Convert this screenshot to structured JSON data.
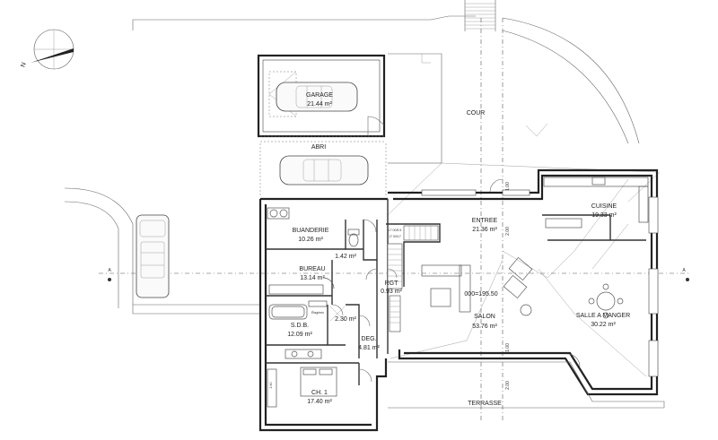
{
  "plan": {
    "compass_label": "N",
    "stair_top_label": "17 00/5.5",
    "stair_side_label": "17 00/17",
    "cupboard_label": "Étagères",
    "wall_height_label": "2.40",
    "dim_labels": {
      "d1": "1.00",
      "d2": "2.00",
      "d3": "1.00",
      "d4": "2.00"
    },
    "section_marks": {
      "left": "A",
      "right": "A"
    },
    "exterior": {
      "cour": "COUR",
      "terrasse": "TERRASSE",
      "abri": "ABRI"
    },
    "rooms": {
      "garage": {
        "name": "GARAGE",
        "area": "21.44 m²"
      },
      "buanderie": {
        "name": "BUANDERIE",
        "area": "10.26 m²"
      },
      "wc": {
        "area": "1.42 m²"
      },
      "bureau": {
        "name": "BUREAU",
        "area": "13.14 m²"
      },
      "rgt": {
        "name": "RGT",
        "area": "0.93 m²"
      },
      "sdb": {
        "name": "S.D.B.",
        "area": "12.09 m²"
      },
      "douche": {
        "area": "2.30 m²"
      },
      "deg": {
        "name": "DEG.",
        "area": "4.81 m²"
      },
      "ch1": {
        "name": "CH. 1",
        "area": "17.40 m²"
      },
      "entree": {
        "name": "ENTREE",
        "area": "21.36 m²"
      },
      "salon": {
        "name": "SALON",
        "area": "53.76 m²"
      },
      "cuisine": {
        "name": "CUISINE",
        "area": "19.33 m²"
      },
      "salle": {
        "name": "SALLE A MANGER",
        "area": "30.22 m²"
      }
    },
    "level_label": "000=195.50"
  }
}
